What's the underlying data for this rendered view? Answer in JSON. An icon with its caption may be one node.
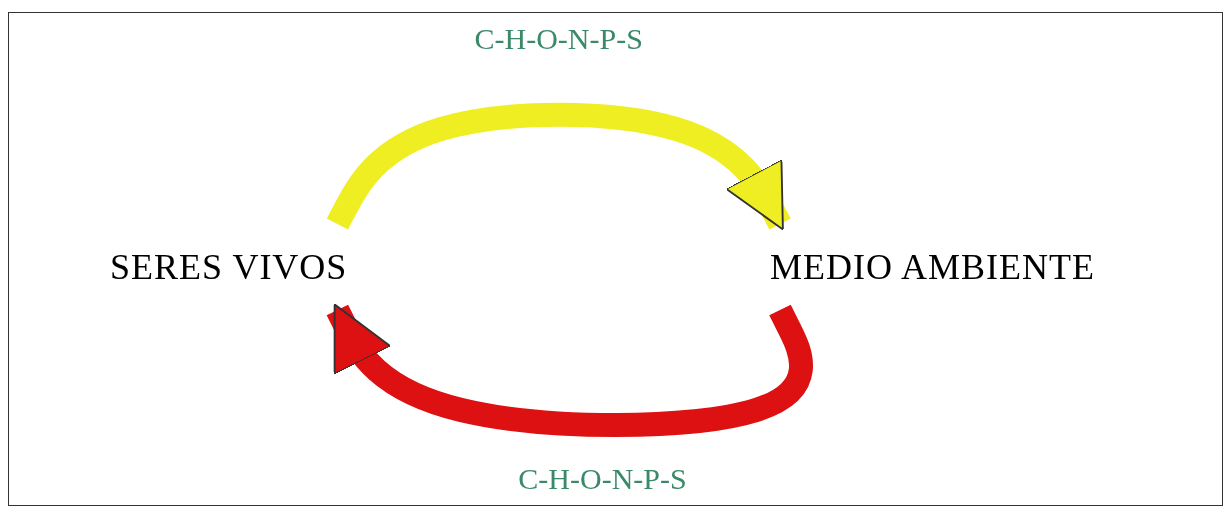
{
  "diagram": {
    "nodes": [
      {
        "text": [
          "SERES VIVOS"
        ]
      },
      {
        "text": [
          "MEDIO AMBIENTE"
        ]
      }
    ],
    "edges": [
      {
        "from": 0,
        "to": 1,
        "arrow": "to",
        "label": "C-H-O-N-P-S",
        "color": "#eeee22"
      },
      {
        "from": 1,
        "to": 0,
        "arrow": "to",
        "label": "C-H-O-N-P-S",
        "color": "#dd1111"
      }
    ]
  }
}
